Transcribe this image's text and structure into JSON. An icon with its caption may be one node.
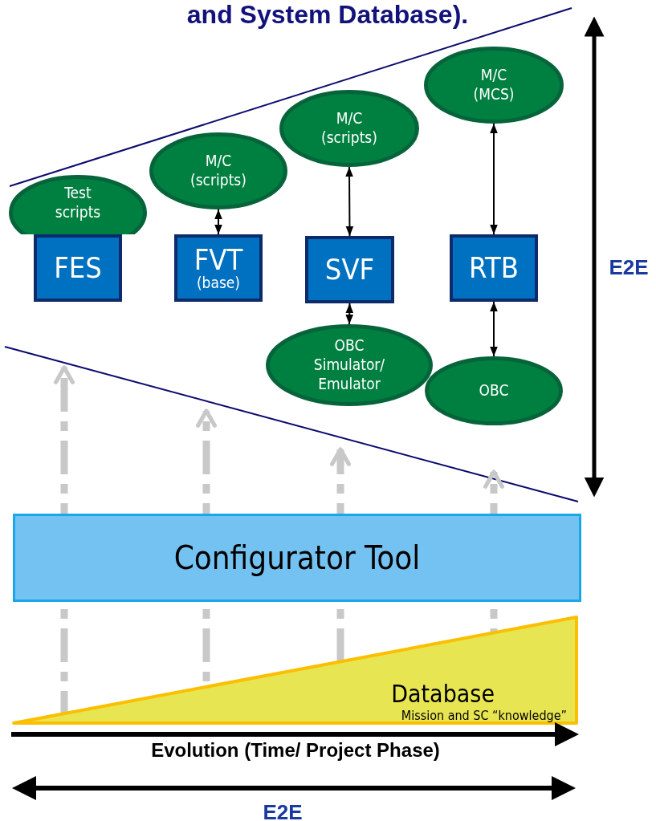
{
  "diagram": {
    "nodes": [
      {
        "text": [
          "Test scripts"
        ]
      },
      {
        "text": [
          "M/C (scripts)"
        ]
      },
      {
        "text": [
          "M/C (scripts)"
        ]
      },
      {
        "text": [
          "M/C (MCS)"
        ]
      },
      {
        "text": [
          "FES"
        ]
      },
      {
        "text": [
          "FVT",
          "(base)"
        ]
      },
      {
        "text": [
          "SVF"
        ]
      },
      {
        "text": [
          "RTB"
        ]
      },
      {
        "text": [
          "OBC Simulator/ Emulator"
        ]
      },
      {
        "text": [
          "OBC"
        ]
      },
      {
        "text": [
          "Configurator Tool"
        ]
      },
      {
        "text": [
          "Database",
          "Mission and SC “knowledge”"
        ]
      }
    ],
    "edges": [
      {
        "from": 1,
        "to": 5,
        "arrow": "both"
      },
      {
        "from": 2,
        "to": 6,
        "arrow": "both"
      },
      {
        "from": 3,
        "to": 7,
        "arrow": "both"
      },
      {
        "from": 6,
        "to": 8,
        "arrow": "both"
      },
      {
        "from": 7,
        "to": 9,
        "arrow": "both"
      },
      {
        "from": 11,
        "to": null,
        "arrow": "to",
        "style": "dashed",
        "color": "#c8c8c8"
      },
      {
        "from": 11,
        "to": null,
        "arrow": "to",
        "style": "dashed",
        "color": "#c8c8c8"
      },
      {
        "from": 11,
        "to": null,
        "arrow": "to",
        "style": "dashed",
        "color": "#c8c8c8"
      },
      {
        "from": 11,
        "to": null,
        "arrow": "to",
        "style": "dashed",
        "color": "#c8c8c8"
      }
    ],
    "labels": [
      "and System Database).",
      "E2E",
      "Evolution (Time/ Project Phase)",
      "E2E"
    ]
  }
}
